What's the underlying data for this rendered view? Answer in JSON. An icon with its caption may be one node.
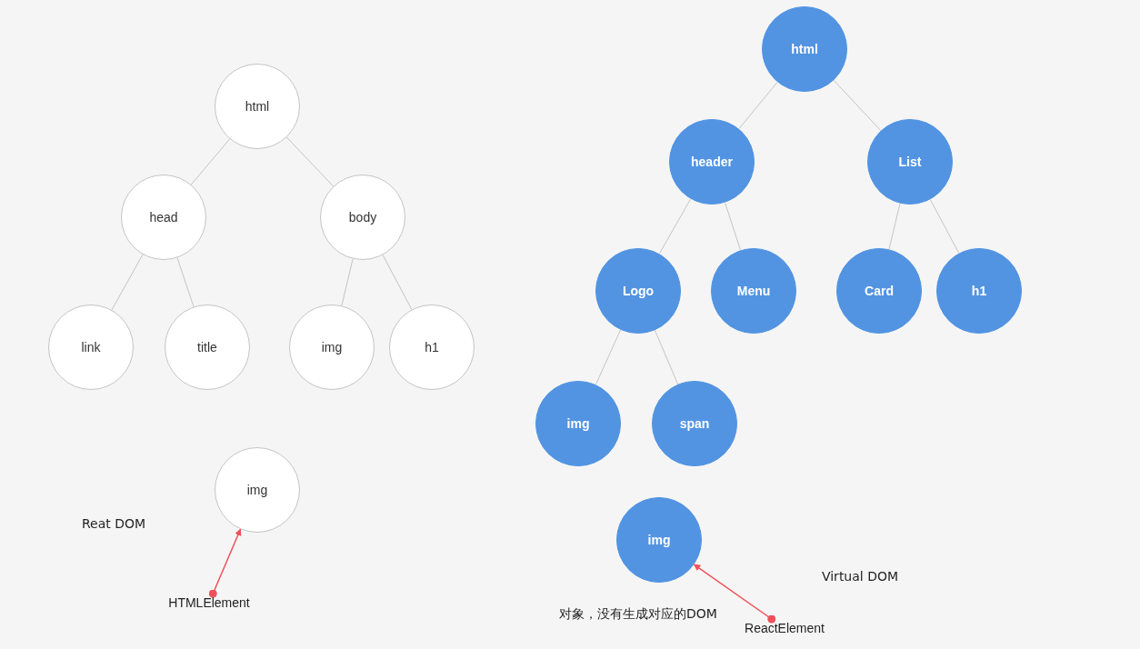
{
  "diagram": {
    "nodes": [
      {
        "text": [
          "html"
        ]
      },
      {
        "text": [
          "head"
        ]
      },
      {
        "text": [
          "body"
        ]
      },
      {
        "text": [
          "link"
        ]
      },
      {
        "text": [
          "title"
        ]
      },
      {
        "text": [
          "img"
        ]
      },
      {
        "text": [
          "h1"
        ]
      },
      {
        "text": [
          "img"
        ]
      },
      {
        "text": [
          "html"
        ]
      },
      {
        "text": [
          "header"
        ]
      },
      {
        "text": [
          "List"
        ]
      },
      {
        "text": [
          "Logo"
        ]
      },
      {
        "text": [
          "Menu"
        ]
      },
      {
        "text": [
          "Card"
        ]
      },
      {
        "text": [
          "h1"
        ]
      },
      {
        "text": [
          "img"
        ]
      },
      {
        "text": [
          "span"
        ]
      },
      {
        "text": [
          "img"
        ]
      },
      {
        "text": [
          "HTMLElement"
        ]
      },
      {
        "text": [
          "ReactElement"
        ]
      }
    ],
    "edges": [
      {
        "from": 0,
        "to": 1,
        "arrow": "none"
      },
      {
        "from": 0,
        "to": 2,
        "arrow": "none"
      },
      {
        "from": 1,
        "to": 3,
        "arrow": "none"
      },
      {
        "from": 1,
        "to": 4,
        "arrow": "none"
      },
      {
        "from": 2,
        "to": 5,
        "arrow": "none"
      },
      {
        "from": 2,
        "to": 6,
        "arrow": "none"
      },
      {
        "from": 8,
        "to": 9,
        "arrow": "none"
      },
      {
        "from": 8,
        "to": 10,
        "arrow": "none"
      },
      {
        "from": 9,
        "to": 11,
        "arrow": "none"
      },
      {
        "from": 9,
        "to": 12,
        "arrow": "none"
      },
      {
        "from": 10,
        "to": 13,
        "arrow": "none"
      },
      {
        "from": 10,
        "to": 14,
        "arrow": "none"
      },
      {
        "from": 11,
        "to": 15,
        "arrow": "none"
      },
      {
        "from": 11,
        "to": 16,
        "arrow": "none"
      },
      {
        "from": 18,
        "to": 7,
        "arrow": "to",
        "color": "#f0505a"
      },
      {
        "from": 19,
        "to": 17,
        "arrow": "to",
        "color": "#f0505a"
      }
    ],
    "labels": [
      "Reat DOM",
      "Virtual DOM",
      "对象，没有生成对应的DOM"
    ]
  }
}
